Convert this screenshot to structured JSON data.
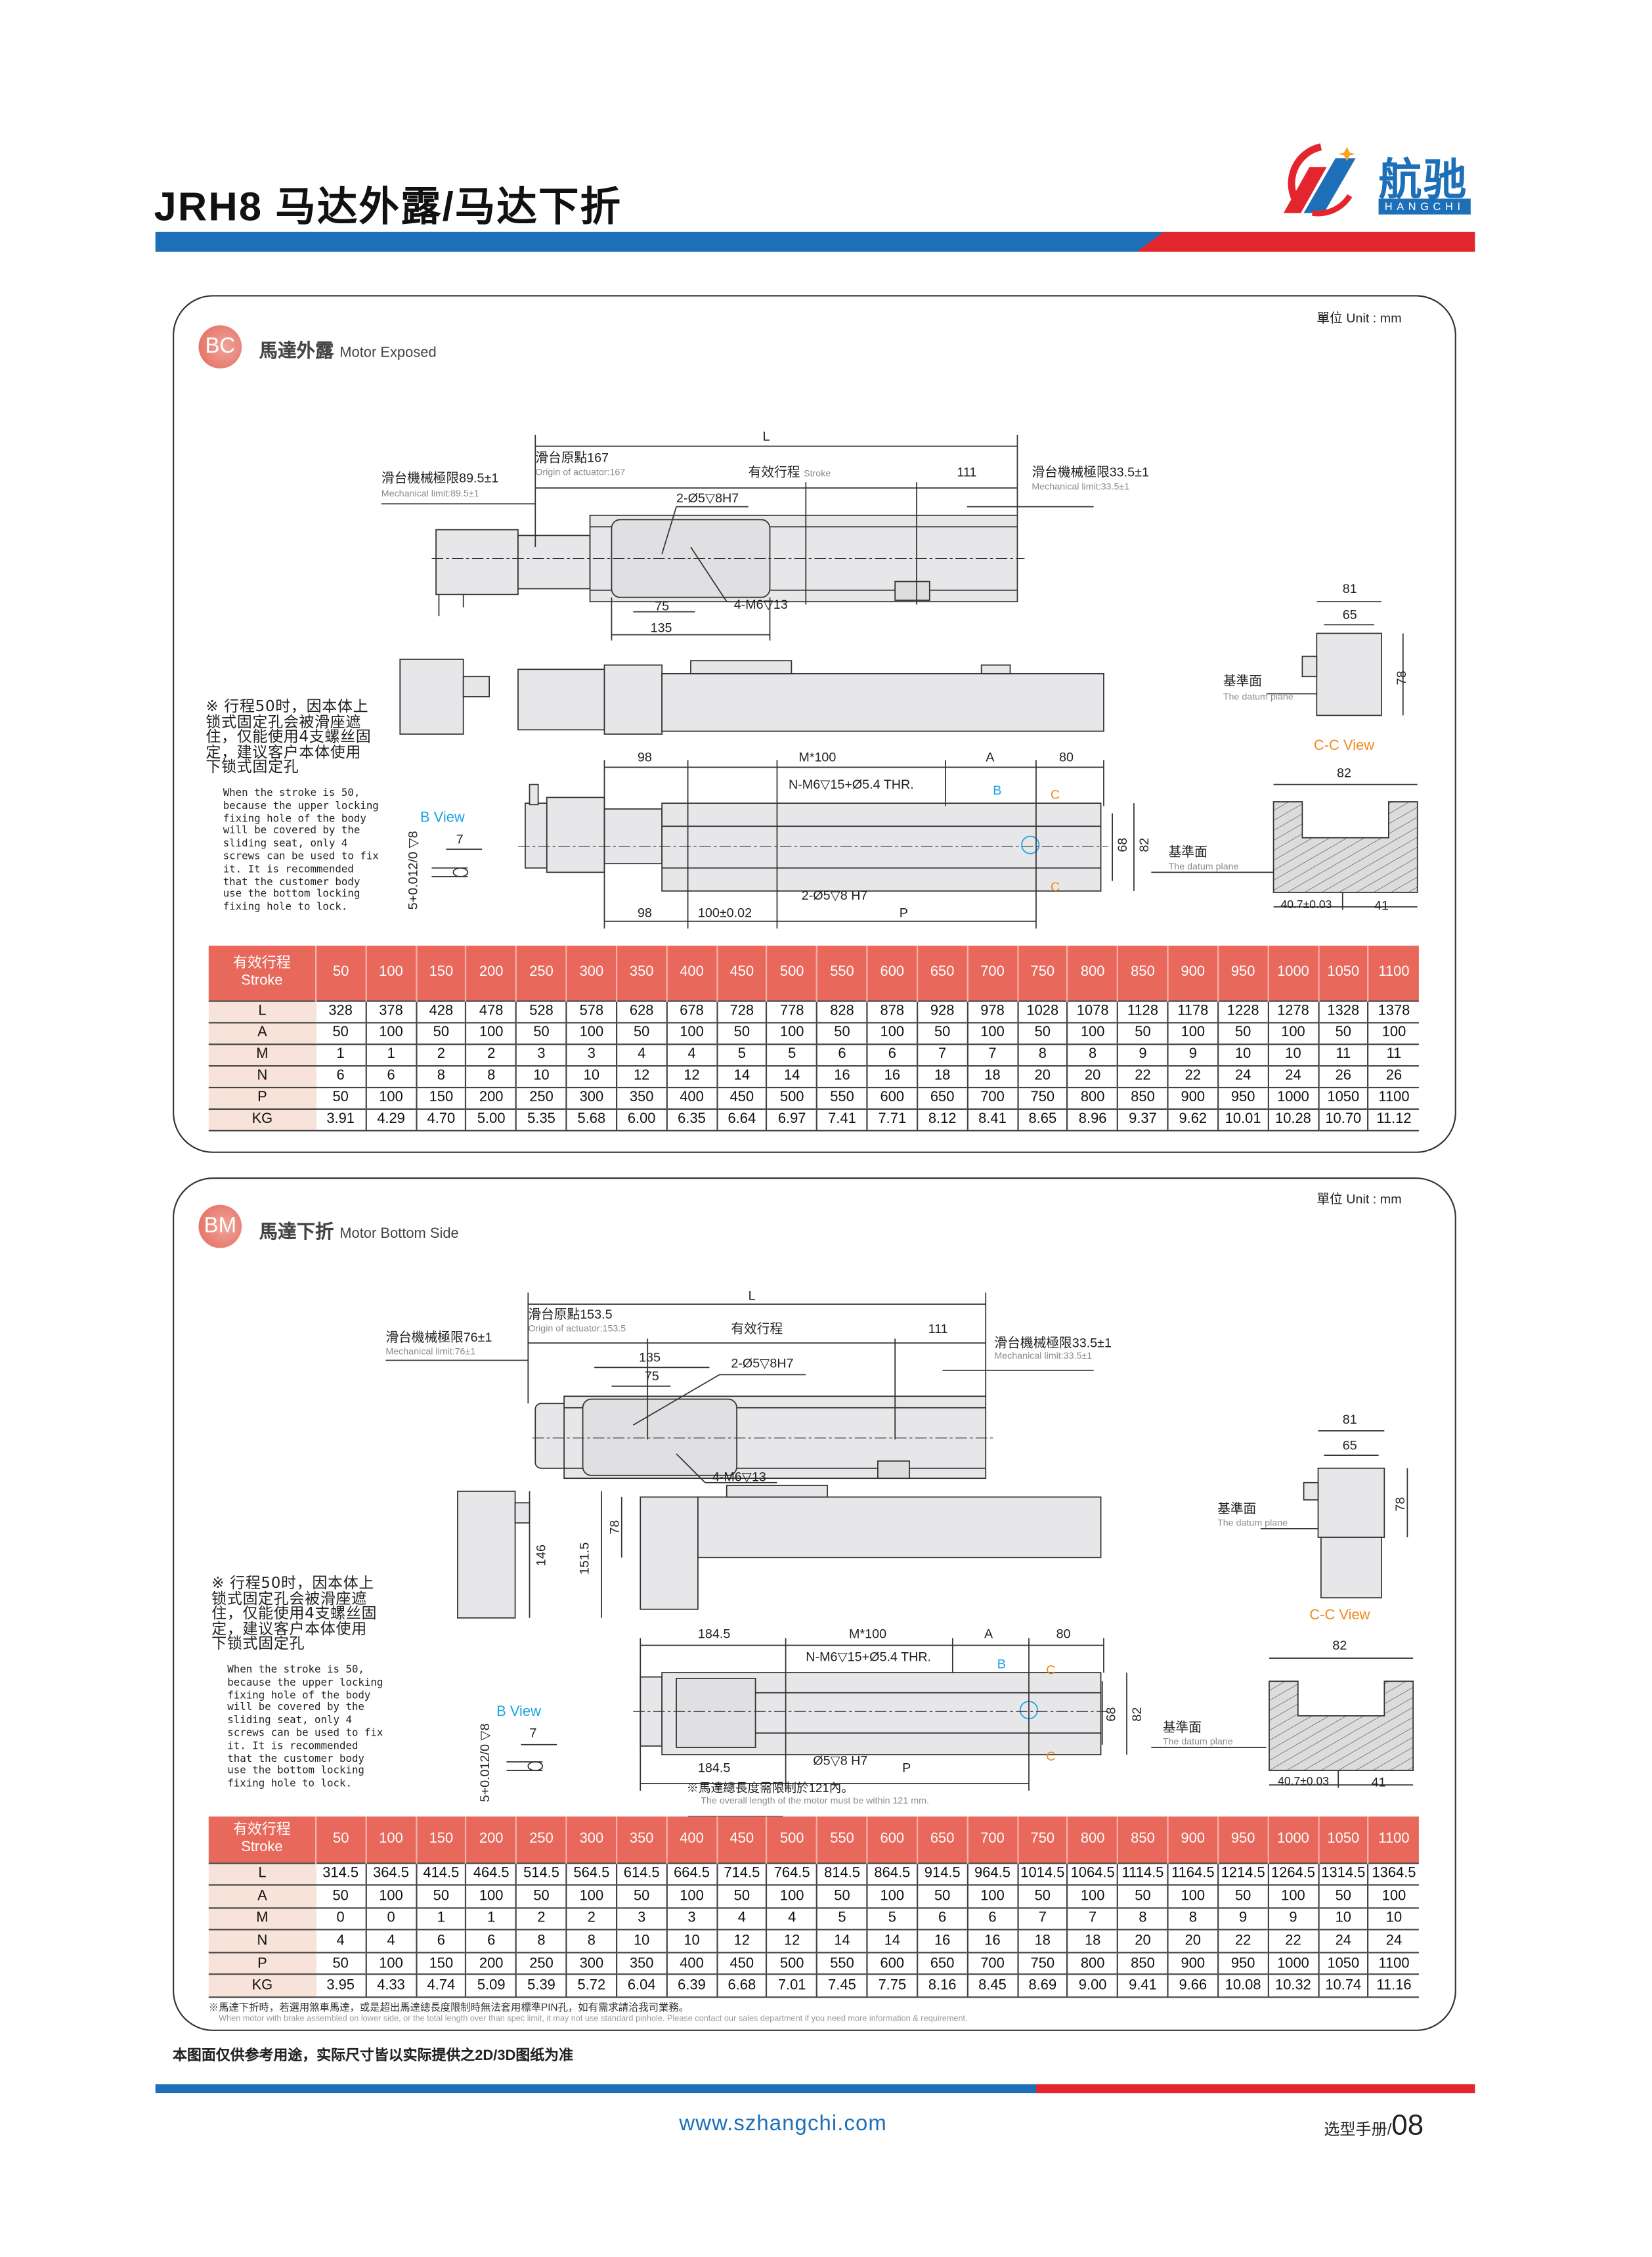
{
  "header": {
    "title": "JRH8 马达外露/马达下折",
    "logo_cn": "航驰",
    "logo_en": "HANGCHI",
    "brand_colors": {
      "blue": "#1d6fb8",
      "red": "#e3262d",
      "star": "#f5a623"
    }
  },
  "sections": [
    {
      "badge": "BC",
      "title": "馬達外露",
      "subtitle": "Motor Exposed",
      "unit": "單位 Unit : mm",
      "labels": {
        "L": "L",
        "origin": "滑台原點167",
        "origin_en": "Origin of actuator:167",
        "stroke": "有效行程",
        "stroke_en": "Stroke",
        "d111": "111",
        "mech_left": "滑台機械極限89.5±1",
        "mech_left_en": "Mechanical limit:89.5±1",
        "mech_right": "滑台機械極限33.5±1",
        "mech_right_en": "Mechanical limit:33.5±1",
        "pin_top": "2-Ø5▽8H7",
        "d75": "75",
        "d135": "135",
        "screw": "4-M6▽13",
        "d81": "81",
        "d65": "65",
        "d78": "78",
        "datum": "基準面",
        "datum_en": "The datum plane",
        "bview": "B View",
        "b7": "7",
        "b_tol": "5+0.012/0 ▽8",
        "d98a": "98",
        "m100": "M*100",
        "A": "A",
        "d80": "80",
        "nthread": "N-M6▽15+Ø5.4 THR.",
        "B": "B",
        "C1": "C",
        "C2": "C",
        "d68": "68",
        "d82": "82",
        "pin_bottom": "2-Ø5▽8 H7",
        "d98b": "98",
        "d100": "100±0.02",
        "P": "P",
        "datum2": "基準面",
        "datum2_en": "The datum plane",
        "ccview": "C-C View",
        "cc82": "82",
        "cc407": "40.7±0.03",
        "cc41": "41"
      },
      "note_cn": "※ 行程50时，因本体上锁式固定孔会被滑座遮住，仅能使用4支螺丝固定，建议客户本体使用下锁式固定孔",
      "note_en": "When the stroke is 50, because the upper locking fixing hole of the body will be covered by the sliding seat, only 4 screws can be used to fix it. It is recommended that the customer body use the bottom locking fixing hole to lock.",
      "table": {
        "header_cn": "有效行程",
        "header_en": "Stroke",
        "strokes": [
          "50",
          "100",
          "150",
          "200",
          "250",
          "300",
          "350",
          "400",
          "450",
          "500",
          "550",
          "600",
          "650",
          "700",
          "750",
          "800",
          "850",
          "900",
          "950",
          "1000",
          "1050",
          "1100"
        ],
        "rows": [
          {
            "name": "L",
            "values": [
              "328",
              "378",
              "428",
              "478",
              "528",
              "578",
              "628",
              "678",
              "728",
              "778",
              "828",
              "878",
              "928",
              "978",
              "1028",
              "1078",
              "1128",
              "1178",
              "1228",
              "1278",
              "1328",
              "1378"
            ]
          },
          {
            "name": "A",
            "values": [
              "50",
              "100",
              "50",
              "100",
              "50",
              "100",
              "50",
              "100",
              "50",
              "100",
              "50",
              "100",
              "50",
              "100",
              "50",
              "100",
              "50",
              "100",
              "50",
              "100",
              "50",
              "100"
            ]
          },
          {
            "name": "M",
            "values": [
              "1",
              "1",
              "2",
              "2",
              "3",
              "3",
              "4",
              "4",
              "5",
              "5",
              "6",
              "6",
              "7",
              "7",
              "8",
              "8",
              "9",
              "9",
              "10",
              "10",
              "11",
              "11"
            ]
          },
          {
            "name": "N",
            "values": [
              "6",
              "6",
              "8",
              "8",
              "10",
              "10",
              "12",
              "12",
              "14",
              "14",
              "16",
              "16",
              "18",
              "18",
              "20",
              "20",
              "22",
              "22",
              "24",
              "24",
              "26",
              "26"
            ]
          },
          {
            "name": "P",
            "values": [
              "50",
              "100",
              "150",
              "200",
              "250",
              "300",
              "350",
              "400",
              "450",
              "500",
              "550",
              "600",
              "650",
              "700",
              "750",
              "800",
              "850",
              "900",
              "950",
              "1000",
              "1050",
              "1100"
            ]
          },
          {
            "name": "KG",
            "values": [
              "3.91",
              "4.29",
              "4.70",
              "5.00",
              "5.35",
              "5.68",
              "6.00",
              "6.35",
              "6.64",
              "6.97",
              "7.41",
              "7.71",
              "8.12",
              "8.41",
              "8.65",
              "8.96",
              "9.37",
              "9.62",
              "10.01",
              "10.28",
              "10.70",
              "11.12"
            ]
          }
        ]
      }
    },
    {
      "badge": "BM",
      "title": "馬達下折",
      "subtitle": "Motor Bottom Side",
      "unit": "單位 Unit : mm",
      "labels": {
        "L": "L",
        "origin": "滑台原點153.5",
        "origin_en": "Origin of actuator:153.5",
        "stroke": "有效行程",
        "d111": "111",
        "mech_left": "滑台機械極限76±1",
        "mech_left_en": "Mechanical limit:76±1",
        "mech_right": "滑台機械極限33.5±1",
        "mech_right_en": "Mechanical limit:33.5±1",
        "d135": "135",
        "pin_top": "2-Ø5▽8H7",
        "d75": "75",
        "screw": "4-M6▽13",
        "d146": "146",
        "d1515": "151.5",
        "d78s": "78",
        "d81": "81",
        "d65": "65",
        "d78": "78",
        "datum": "基準面",
        "datum_en": "The datum plane",
        "bview": "B View",
        "b7": "7",
        "b_tol": "5+0.012/0 ▽8",
        "d1845a": "184.5",
        "m100": "M*100",
        "A": "A",
        "d80": "80",
        "nthread": "N-M6▽15+Ø5.4 THR.",
        "B": "B",
        "C1": "C",
        "C2": "C",
        "d68": "68",
        "d82": "82",
        "pin_bottom": "Ø5▽8 H7",
        "d1845b": "184.5",
        "P": "P",
        "motor_note": "※馬達總長度需限制於121內。",
        "motor_note_en": "The overall length of the motor must be within 121 mm.",
        "datum2": "基準面",
        "datum2_en": "The datum plane",
        "ccview": "C-C View",
        "cc82": "82",
        "cc407": "40.7±0.03",
        "cc41": "41"
      },
      "note_cn": "※ 行程50时，因本体上锁式固定孔会被滑座遮住，仅能使用4支螺丝固定，建议客户本体使用下锁式固定孔",
      "note_en": "When the stroke is 50, because the upper locking fixing hole of the body will be covered by the sliding seat, only 4 screws can be used to fix it. It is recommended that the customer body use the bottom locking fixing hole to lock.",
      "table": {
        "header_cn": "有效行程",
        "header_en": "Stroke",
        "strokes": [
          "50",
          "100",
          "150",
          "200",
          "250",
          "300",
          "350",
          "400",
          "450",
          "500",
          "550",
          "600",
          "650",
          "700",
          "750",
          "800",
          "850",
          "900",
          "950",
          "1000",
          "1050",
          "1100"
        ],
        "rows": [
          {
            "name": "L",
            "values": [
              "314.5",
              "364.5",
              "414.5",
              "464.5",
              "514.5",
              "564.5",
              "614.5",
              "664.5",
              "714.5",
              "764.5",
              "814.5",
              "864.5",
              "914.5",
              "964.5",
              "1014.5",
              "1064.5",
              "1114.5",
              "1164.5",
              "1214.5",
              "1264.5",
              "1314.5",
              "1364.5"
            ]
          },
          {
            "name": "A",
            "values": [
              "50",
              "100",
              "50",
              "100",
              "50",
              "100",
              "50",
              "100",
              "50",
              "100",
              "50",
              "100",
              "50",
              "100",
              "50",
              "100",
              "50",
              "100",
              "50",
              "100",
              "50",
              "100"
            ]
          },
          {
            "name": "M",
            "values": [
              "0",
              "0",
              "1",
              "1",
              "2",
              "2",
              "3",
              "3",
              "4",
              "4",
              "5",
              "5",
              "6",
              "6",
              "7",
              "7",
              "8",
              "8",
              "9",
              "9",
              "10",
              "10"
            ]
          },
          {
            "name": "N",
            "values": [
              "4",
              "4",
              "6",
              "6",
              "8",
              "8",
              "10",
              "10",
              "12",
              "12",
              "14",
              "14",
              "16",
              "16",
              "18",
              "18",
              "20",
              "20",
              "22",
              "22",
              "24",
              "24"
            ]
          },
          {
            "name": "P",
            "values": [
              "50",
              "100",
              "150",
              "200",
              "250",
              "300",
              "350",
              "400",
              "450",
              "500",
              "550",
              "600",
              "650",
              "700",
              "750",
              "800",
              "850",
              "900",
              "950",
              "1000",
              "1050",
              "1100"
            ]
          },
          {
            "name": "KG",
            "values": [
              "3.95",
              "4.33",
              "4.74",
              "5.09",
              "5.39",
              "5.72",
              "6.04",
              "6.39",
              "6.68",
              "7.01",
              "7.45",
              "7.75",
              "8.16",
              "8.45",
              "8.69",
              "9.00",
              "9.41",
              "9.66",
              "10.08",
              "10.32",
              "10.74",
              "11.16"
            ]
          }
        ]
      },
      "table_note": "※馬達下折時，若選用煞車馬達，或是超出馬達總長度限制時無法套用標準PIN孔，如有需求請洽我司業務。",
      "table_note_en": "When motor with brake assembled on lower side, or the total length over than spec limit, it may not use standard pinhole. Please contact our sales department if you need more information & requirement."
    }
  ],
  "footer": {
    "note": "本图面仅供参考用途，实际尺寸皆以实际提供之2D/3D图纸为准",
    "url": "www.szhangchi.com",
    "catalog": "选型手册/",
    "page": "08"
  },
  "colors": {
    "table_header": "#e8685c",
    "table_rowhead": "#f7e3da",
    "bview": "#1aa3e0",
    "ccview": "#f08a1c"
  }
}
